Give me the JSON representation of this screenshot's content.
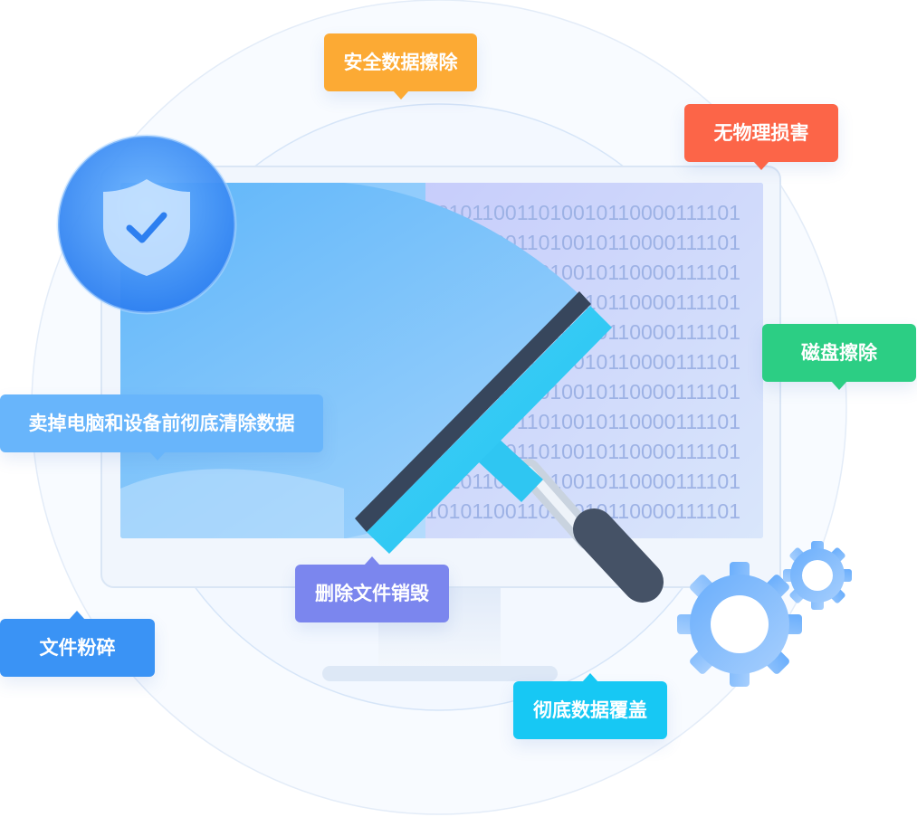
{
  "binary_text": {
    "line_1": "01010110011010010110000111101",
    "line_2": "01010110011010010110000111101",
    "line_3": "01010110011010010110000111101",
    "line_4": "01010110011010010110000111101",
    "line_5": "01010110011010010110000111101",
    "line_6": "01010110011010010110000111101",
    "line_7": "01010110011010010110000111101",
    "line_8": "01010110011010010110000111101",
    "line_9": "01010110011010010110000111101",
    "line_10": "01010110011010010110000111101",
    "line_11": "01010110011010010110000111101"
  },
  "tags": {
    "secure_erase": "安全数据擦除",
    "no_damage": "无物理损害",
    "disk_erase": "磁盘擦除",
    "sell_wipe": "卖掉电脑和设备前彻底清除数据",
    "delete_destroy": "删除文件销毁",
    "file_shred": "文件粉碎",
    "overwrite": "彻底数据覆盖"
  },
  "icons": {
    "shield": "shield-check-icon",
    "squeegee": "squeegee-icon",
    "gear_large": "gear-icon",
    "gear_small": "gear-icon"
  },
  "colors": {
    "secure_erase": "#fcaa34",
    "no_damage": "#fc6548",
    "disk_erase": "#2cce84",
    "sell_wipe": "#68b5fb",
    "delete_destroy": "#7b86ee",
    "file_shred": "#3a93f5",
    "overwrite": "#17c8f4",
    "accent_blue": "#3a8ff7"
  }
}
